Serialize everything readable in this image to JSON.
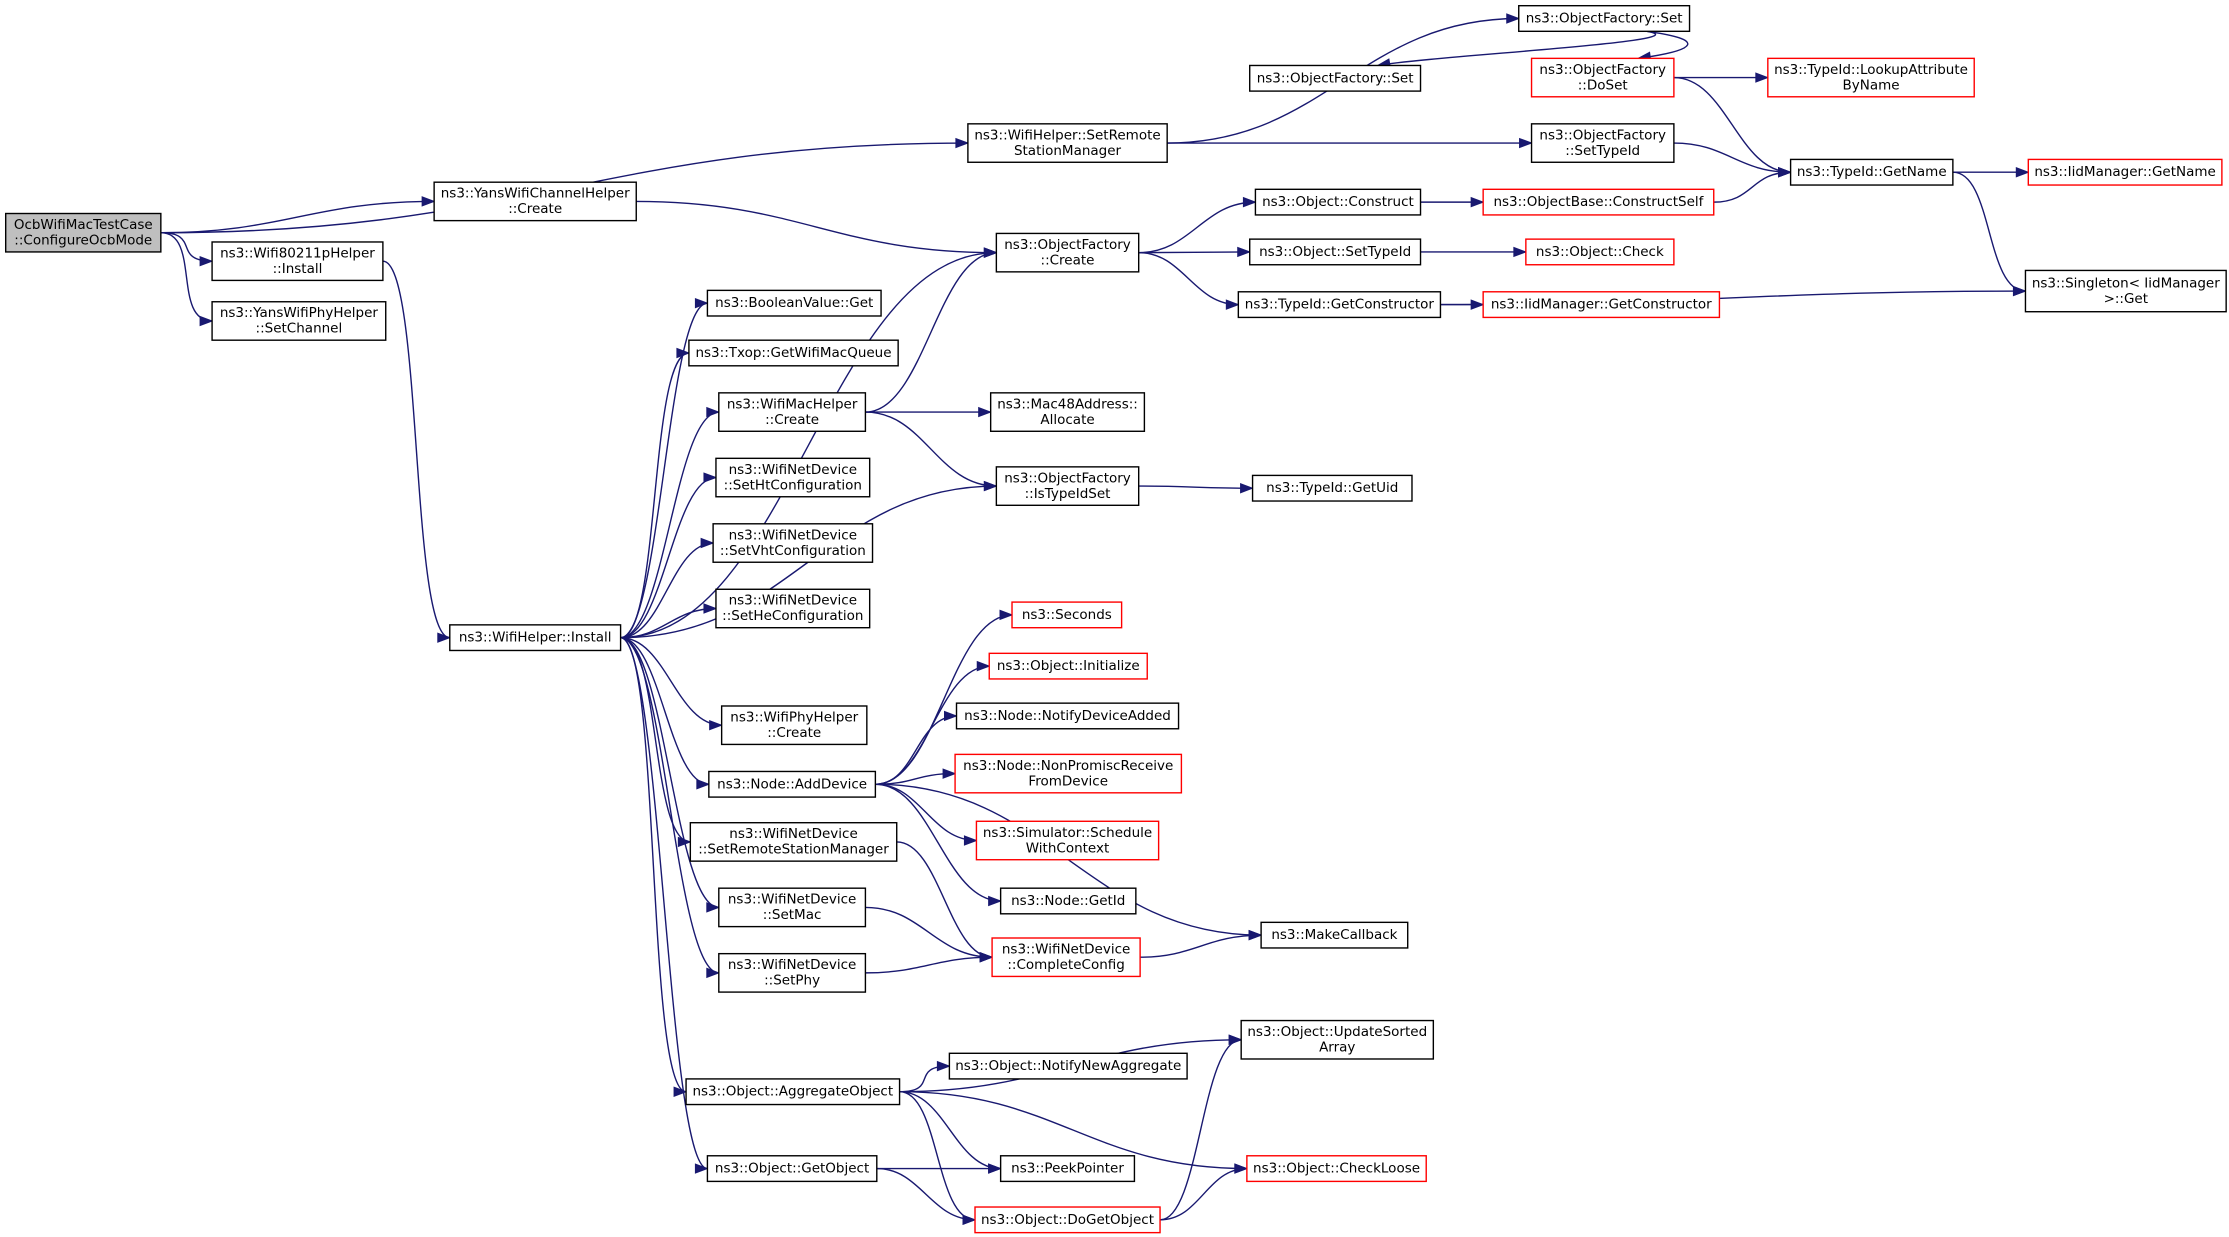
{
  "colors": {
    "edge": "#191970",
    "border_normal": "#000000",
    "border_truncated": "#ff0000",
    "fill_root": "#bfbfbf",
    "fill_default": "#ffffff"
  },
  "nodes": [
    {
      "id": "root",
      "lines": [
        "OcbWifiMacTestCase",
        "::ConfigureOcbMode"
      ],
      "style": "root"
    },
    {
      "id": "setRemoteSM",
      "lines": [
        "ns3::WifiHelper::SetRemote",
        "StationManager"
      ],
      "style": "normal"
    },
    {
      "id": "yansChanCreate",
      "lines": [
        "ns3::YansWifiChannelHelper",
        "::Create"
      ],
      "style": "normal"
    },
    {
      "id": "wifi80211Install",
      "lines": [
        "ns3::Wifi80211pHelper",
        "::Install"
      ],
      "style": "normal"
    },
    {
      "id": "yansPhySetChannel",
      "lines": [
        "ns3::YansWifiPhyHelper",
        "::SetChannel"
      ],
      "style": "normal"
    },
    {
      "id": "wifiHelperInstall",
      "lines": [
        "ns3::WifiHelper::Install"
      ],
      "style": "normal"
    },
    {
      "id": "ofSet1",
      "lines": [
        "ns3::ObjectFactory::Set"
      ],
      "style": "normal"
    },
    {
      "id": "ofSet2",
      "lines": [
        "ns3::ObjectFactory::Set"
      ],
      "style": "normal"
    },
    {
      "id": "ofDoSet",
      "lines": [
        "ns3::ObjectFactory",
        "::DoSet"
      ],
      "style": "truncated"
    },
    {
      "id": "lookupAttr",
      "lines": [
        "ns3::TypeId::LookupAttribute",
        "ByName"
      ],
      "style": "truncated"
    },
    {
      "id": "ofSetTypeId",
      "lines": [
        "ns3::ObjectFactory",
        "::SetTypeId"
      ],
      "style": "normal"
    },
    {
      "id": "typeIdGetName",
      "lines": [
        "ns3::TypeId::GetName"
      ],
      "style": "normal"
    },
    {
      "id": "iidGetName",
      "lines": [
        "ns3::IidManager::GetName"
      ],
      "style": "truncated"
    },
    {
      "id": "singletonGet",
      "lines": [
        "ns3::Singleton< IidManager",
        ">::Get"
      ],
      "style": "normal"
    },
    {
      "id": "objConstruct",
      "lines": [
        "ns3::Object::Construct"
      ],
      "style": "normal"
    },
    {
      "id": "constructSelf",
      "lines": [
        "ns3::ObjectBase::ConstructSelf"
      ],
      "style": "truncated"
    },
    {
      "id": "ofCreate",
      "lines": [
        "ns3::ObjectFactory",
        "::Create"
      ],
      "style": "normal"
    },
    {
      "id": "objSetTypeId",
      "lines": [
        "ns3::Object::SetTypeId"
      ],
      "style": "normal"
    },
    {
      "id": "objCheck",
      "lines": [
        "ns3::Object::Check"
      ],
      "style": "truncated"
    },
    {
      "id": "typeIdGetCtor",
      "lines": [
        "ns3::TypeId::GetConstructor"
      ],
      "style": "normal"
    },
    {
      "id": "iidGetCtor",
      "lines": [
        "ns3::IidManager::GetConstructor"
      ],
      "style": "truncated"
    },
    {
      "id": "boolGet",
      "lines": [
        "ns3::BooleanValue::Get"
      ],
      "style": "normal"
    },
    {
      "id": "txopGet",
      "lines": [
        "ns3::Txop::GetWifiMacQueue"
      ],
      "style": "normal"
    },
    {
      "id": "macHelperCreate",
      "lines": [
        "ns3::WifiMacHelper",
        "::Create"
      ],
      "style": "normal"
    },
    {
      "id": "macAllocate",
      "lines": [
        "ns3::Mac48Address::",
        "Allocate"
      ],
      "style": "normal"
    },
    {
      "id": "ofIsTypeIdSet",
      "lines": [
        "ns3::ObjectFactory",
        "::IsTypeIdSet"
      ],
      "style": "normal"
    },
    {
      "id": "typeIdGetUid",
      "lines": [
        "ns3::TypeId::GetUid"
      ],
      "style": "normal"
    },
    {
      "id": "setHt",
      "lines": [
        "ns3::WifiNetDevice",
        "::SetHtConfiguration"
      ],
      "style": "normal"
    },
    {
      "id": "setVht",
      "lines": [
        "ns3::WifiNetDevice",
        "::SetVhtConfiguration"
      ],
      "style": "normal"
    },
    {
      "id": "setHe",
      "lines": [
        "ns3::WifiNetDevice",
        "::SetHeConfiguration"
      ],
      "style": "normal"
    },
    {
      "id": "seconds",
      "lines": [
        "ns3::Seconds"
      ],
      "style": "truncated"
    },
    {
      "id": "objInit",
      "lines": [
        "ns3::Object::Initialize"
      ],
      "style": "truncated"
    },
    {
      "id": "nodeNotify",
      "lines": [
        "ns3::Node::NotifyDeviceAdded"
      ],
      "style": "normal"
    },
    {
      "id": "phyHelperCreate",
      "lines": [
        "ns3::WifiPhyHelper",
        "::Create"
      ],
      "style": "normal"
    },
    {
      "id": "nodeNonPromisc",
      "lines": [
        "ns3::Node::NonPromiscReceive",
        "FromDevice"
      ],
      "style": "truncated"
    },
    {
      "id": "nodeAddDevice",
      "lines": [
        "ns3::Node::AddDevice"
      ],
      "style": "normal"
    },
    {
      "id": "simSchedule",
      "lines": [
        "ns3::Simulator::Schedule",
        "WithContext"
      ],
      "style": "truncated"
    },
    {
      "id": "setRemoteSMDev",
      "lines": [
        "ns3::WifiNetDevice",
        "::SetRemoteStationManager"
      ],
      "style": "normal"
    },
    {
      "id": "nodeGetId",
      "lines": [
        "ns3::Node::GetId"
      ],
      "style": "normal"
    },
    {
      "id": "setMac",
      "lines": [
        "ns3::WifiNetDevice",
        "::SetMac"
      ],
      "style": "normal"
    },
    {
      "id": "makeCallback",
      "lines": [
        "ns3::MakeCallback"
      ],
      "style": "normal"
    },
    {
      "id": "completeConfig",
      "lines": [
        "ns3::WifiNetDevice",
        "::CompleteConfig"
      ],
      "style": "truncated"
    },
    {
      "id": "setPhy",
      "lines": [
        "ns3::WifiNetDevice",
        "::SetPhy"
      ],
      "style": "normal"
    },
    {
      "id": "updateSorted",
      "lines": [
        "ns3::Object::UpdateSorted",
        "Array"
      ],
      "style": "normal"
    },
    {
      "id": "notifyNewAgg",
      "lines": [
        "ns3::Object::NotifyNewAggregate"
      ],
      "style": "normal"
    },
    {
      "id": "aggregateObject",
      "lines": [
        "ns3::Object::AggregateObject"
      ],
      "style": "normal"
    },
    {
      "id": "checkLoose",
      "lines": [
        "ns3::Object::CheckLoose"
      ],
      "style": "truncated"
    },
    {
      "id": "getObject",
      "lines": [
        "ns3::Object::GetObject"
      ],
      "style": "normal"
    },
    {
      "id": "peekPointer",
      "lines": [
        "ns3::PeekPointer"
      ],
      "style": "normal"
    },
    {
      "id": "doGetObject",
      "lines": [
        "ns3::Object::DoGetObject"
      ],
      "style": "truncated"
    }
  ],
  "edges": [
    [
      "root",
      "setRemoteSM"
    ],
    [
      "root",
      "yansChanCreate"
    ],
    [
      "root",
      "wifi80211Install"
    ],
    [
      "root",
      "yansPhySetChannel"
    ],
    [
      "setRemoteSM",
      "ofSet1"
    ],
    [
      "setRemoteSM",
      "ofSetTypeId"
    ],
    [
      "ofSet1",
      "ofSet2"
    ],
    [
      "ofSet1",
      "ofDoSet"
    ],
    [
      "ofDoSet",
      "lookupAttr"
    ],
    [
      "ofDoSet",
      "typeIdGetName"
    ],
    [
      "ofSetTypeId",
      "typeIdGetName"
    ],
    [
      "typeIdGetName",
      "iidGetName"
    ],
    [
      "typeIdGetName",
      "singletonGet"
    ],
    [
      "yansChanCreate",
      "ofCreate"
    ],
    [
      "wifi80211Install",
      "wifiHelperInstall"
    ],
    [
      "ofCreate",
      "objConstruct"
    ],
    [
      "ofCreate",
      "objSetTypeId"
    ],
    [
      "ofCreate",
      "typeIdGetCtor"
    ],
    [
      "objConstruct",
      "constructSelf"
    ],
    [
      "constructSelf",
      "typeIdGetName"
    ],
    [
      "objSetTypeId",
      "objCheck"
    ],
    [
      "typeIdGetCtor",
      "iidGetCtor"
    ],
    [
      "typeIdGetCtor",
      "singletonGet"
    ],
    [
      "wifiHelperInstall",
      "ofCreate"
    ],
    [
      "wifiHelperInstall",
      "boolGet"
    ],
    [
      "wifiHelperInstall",
      "txopGet"
    ],
    [
      "wifiHelperInstall",
      "macHelperCreate"
    ],
    [
      "wifiHelperInstall",
      "setHt"
    ],
    [
      "wifiHelperInstall",
      "setVht"
    ],
    [
      "wifiHelperInstall",
      "setHe"
    ],
    [
      "wifiHelperInstall",
      "ofIsTypeIdSet"
    ],
    [
      "wifiHelperInstall",
      "phyHelperCreate"
    ],
    [
      "wifiHelperInstall",
      "nodeAddDevice"
    ],
    [
      "wifiHelperInstall",
      "setRemoteSMDev"
    ],
    [
      "wifiHelperInstall",
      "setMac"
    ],
    [
      "wifiHelperInstall",
      "setPhy"
    ],
    [
      "wifiHelperInstall",
      "aggregateObject"
    ],
    [
      "wifiHelperInstall",
      "getObject"
    ],
    [
      "macHelperCreate",
      "ofCreate"
    ],
    [
      "macHelperCreate",
      "macAllocate"
    ],
    [
      "macHelperCreate",
      "ofIsTypeIdSet"
    ],
    [
      "ofIsTypeIdSet",
      "typeIdGetUid"
    ],
    [
      "nodeAddDevice",
      "makeCallback"
    ],
    [
      "nodeAddDevice",
      "seconds"
    ],
    [
      "nodeAddDevice",
      "objInit"
    ],
    [
      "nodeAddDevice",
      "nodeNotify"
    ],
    [
      "nodeAddDevice",
      "nodeNonPromisc"
    ],
    [
      "nodeAddDevice",
      "simSchedule"
    ],
    [
      "nodeAddDevice",
      "nodeGetId"
    ],
    [
      "setRemoteSMDev",
      "completeConfig"
    ],
    [
      "setMac",
      "completeConfig"
    ],
    [
      "setPhy",
      "completeConfig"
    ],
    [
      "completeConfig",
      "makeCallback"
    ],
    [
      "aggregateObject",
      "updateSorted"
    ],
    [
      "aggregateObject",
      "notifyNewAgg"
    ],
    [
      "aggregateObject",
      "checkLoose"
    ],
    [
      "aggregateObject",
      "peekPointer"
    ],
    [
      "aggregateObject",
      "doGetObject"
    ],
    [
      "getObject",
      "peekPointer"
    ],
    [
      "getObject",
      "doGetObject"
    ],
    [
      "doGetObject",
      "checkLoose"
    ],
    [
      "doGetObject",
      "updateSorted"
    ]
  ]
}
